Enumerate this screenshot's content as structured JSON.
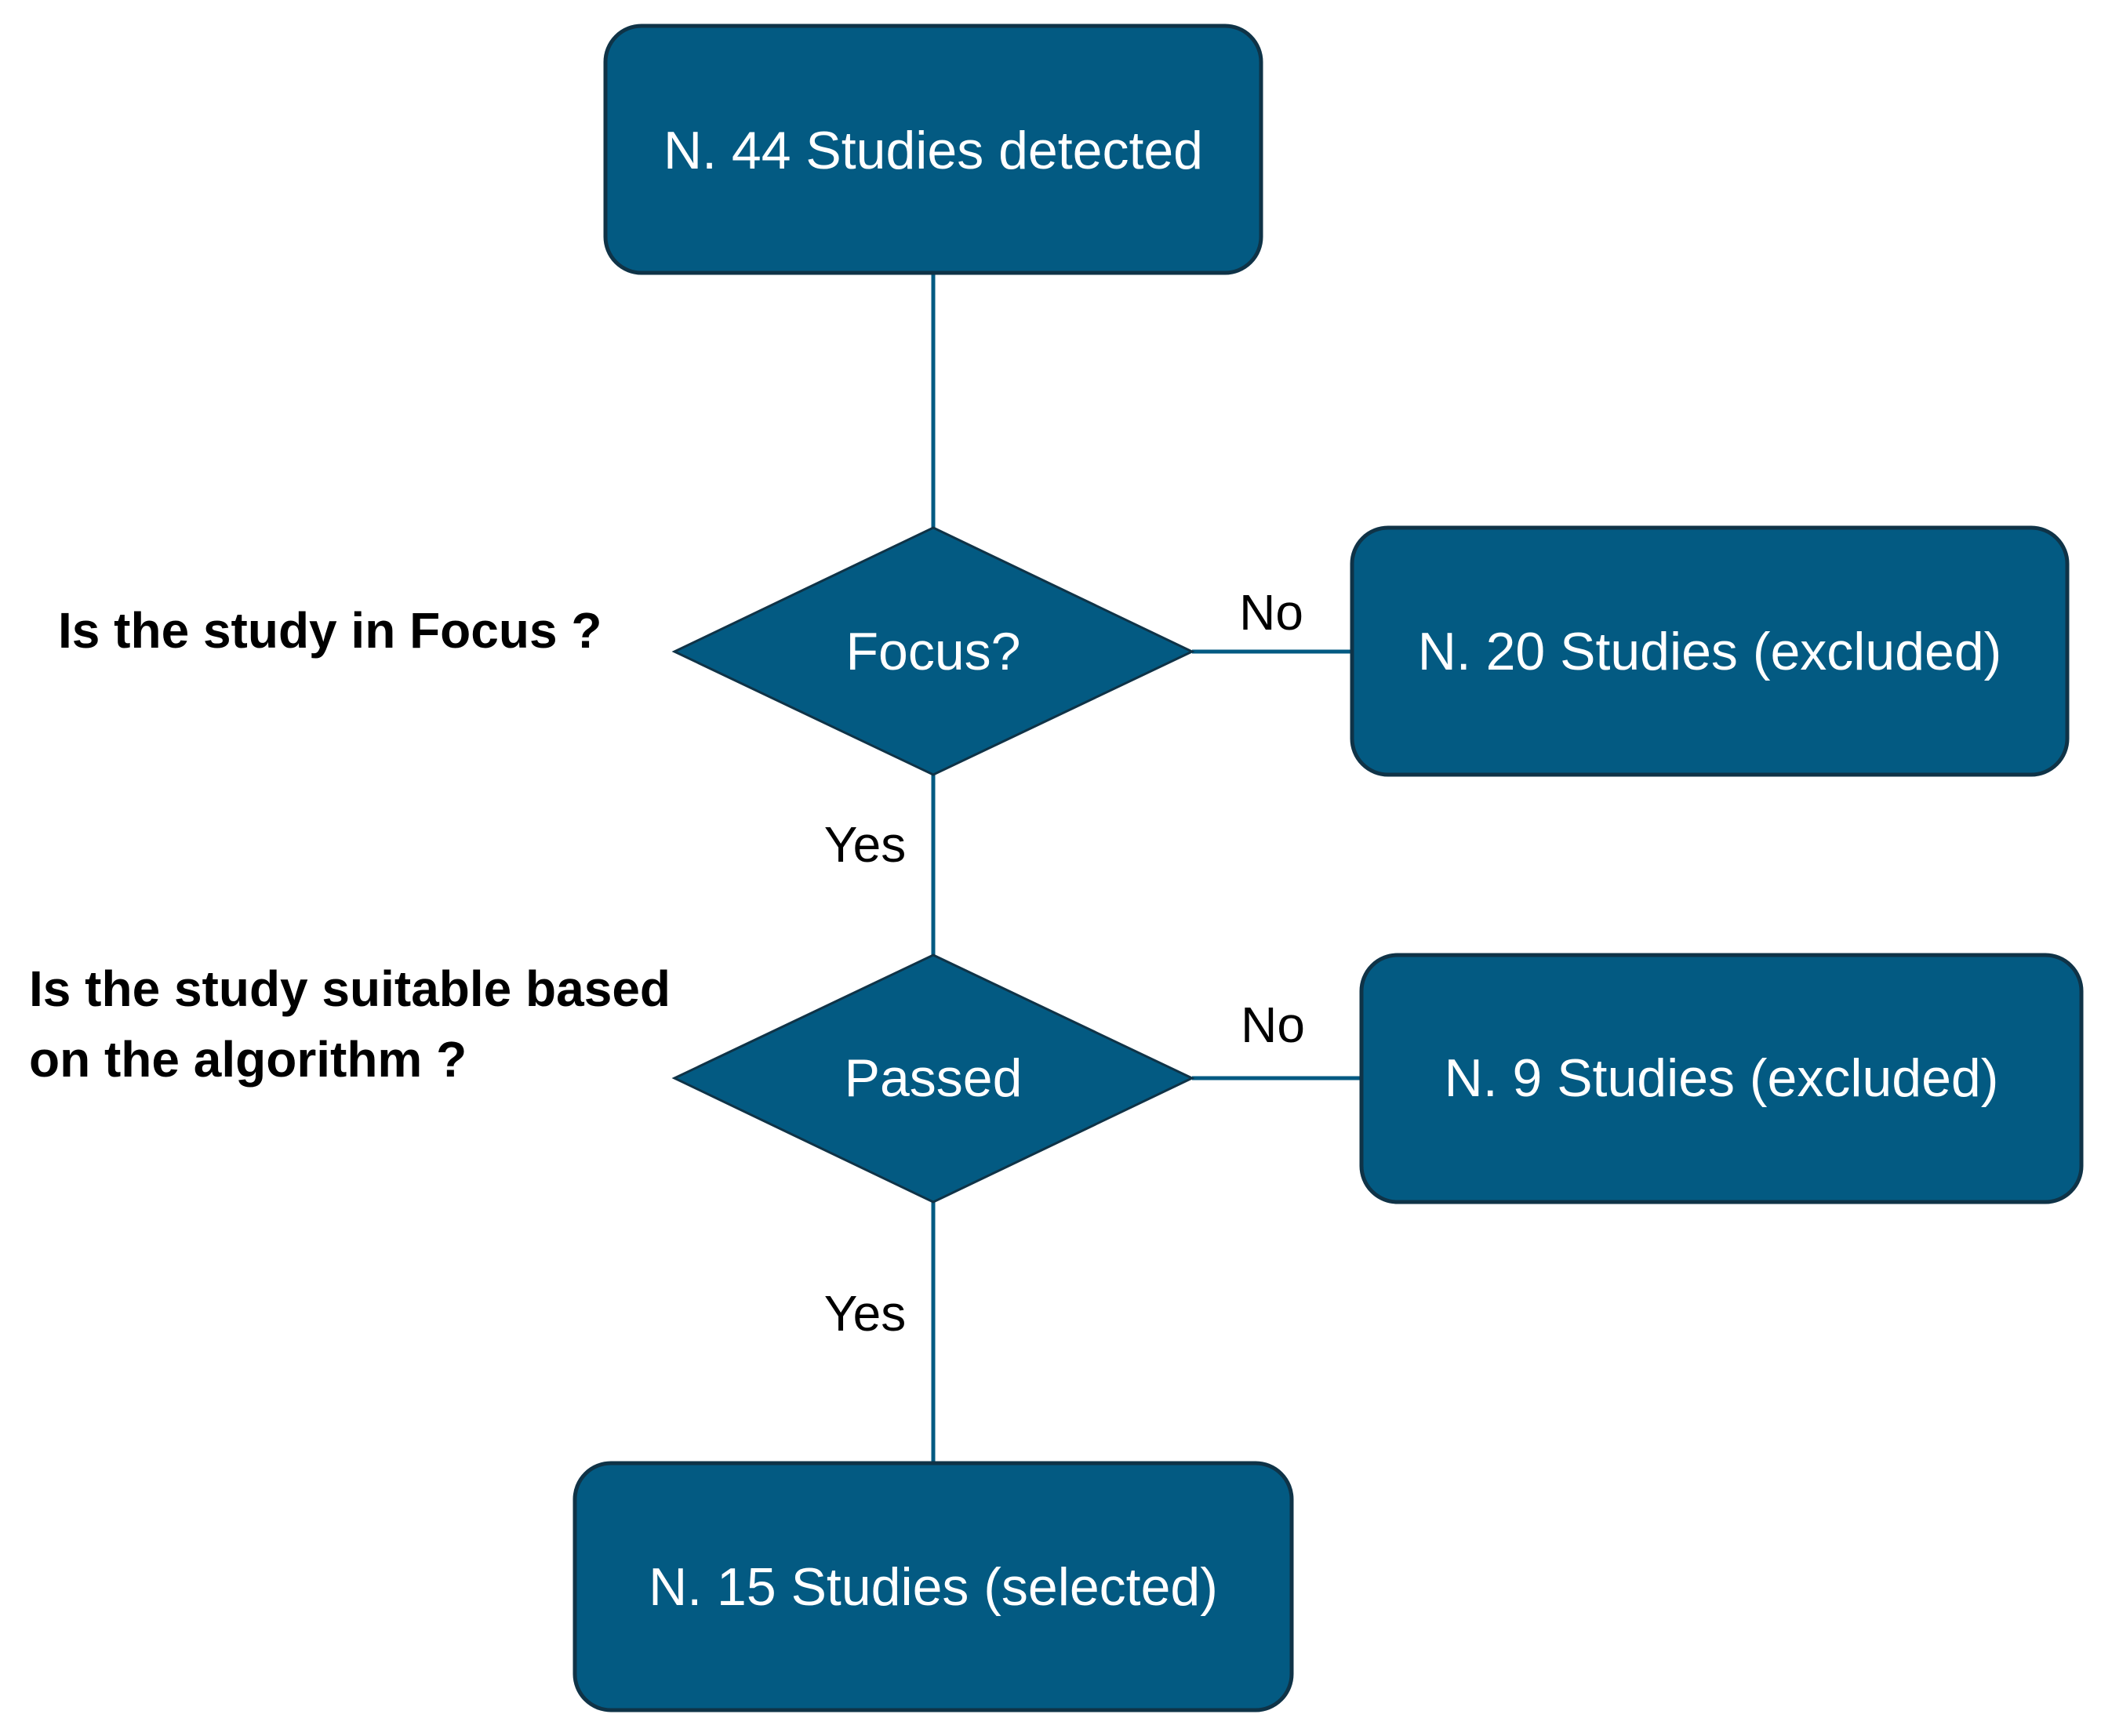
{
  "colors": {
    "node_fill": "#035a82",
    "node_border": "#0f3347",
    "connector": "#035a82",
    "node_text": "#ffffff",
    "label_text": "#000000"
  },
  "nodes": {
    "detected": "N. 44 Studies detected",
    "focus_decision": "Focus?",
    "excluded_focus": "N. 20  Studies (excluded)",
    "passed_decision": "Passed",
    "excluded_algorithm": "N. 9  Studies (excluded)",
    "selected": "N. 15  Studies (selected)"
  },
  "edges": {
    "focus_no": "No",
    "focus_yes": "Yes",
    "passed_no": "No",
    "passed_yes": "Yes"
  },
  "questions": {
    "focus": "Is the study in Focus ?",
    "algorithm_line1": "Is the study suitable based",
    "algorithm_line2": "on the algorithm ?"
  }
}
